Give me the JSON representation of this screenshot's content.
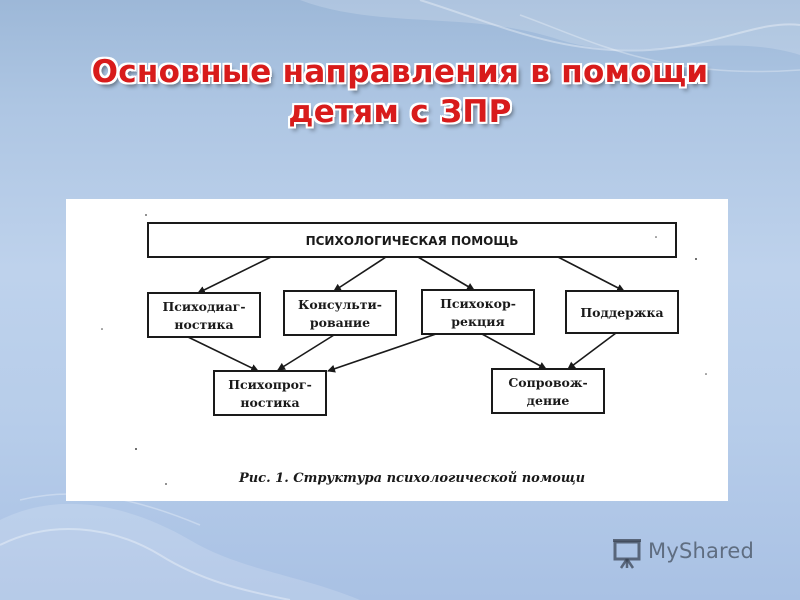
{
  "slide": {
    "title_line1": "Основные направления в помощи",
    "title_line2": "детям с ЗПР"
  },
  "diagram": {
    "root": "ПСИХОЛОГИЧЕСКАЯ ПОМОЩЬ",
    "nodes": {
      "psychodiagnostics": [
        "Психодиаг-",
        "ностика"
      ],
      "consulting": [
        "Консульти-",
        "рование"
      ],
      "psychocorrection": [
        "Психокор-",
        "рекция"
      ],
      "support": [
        "Поддержка"
      ],
      "psychoprognosis": [
        "Психопрог-",
        "ностика"
      ],
      "accompaniment": [
        "Сопровож-",
        "дение"
      ]
    },
    "caption": "Рис. 1. Структура психологической помощи"
  },
  "watermark": {
    "text": "MyShared",
    "icon": "presentation-board-icon"
  },
  "colors": {
    "title": "#d81b1b",
    "title_outline": "#ffffff",
    "figure_bg": "#ffffff",
    "ink": "#1a1a1a"
  }
}
